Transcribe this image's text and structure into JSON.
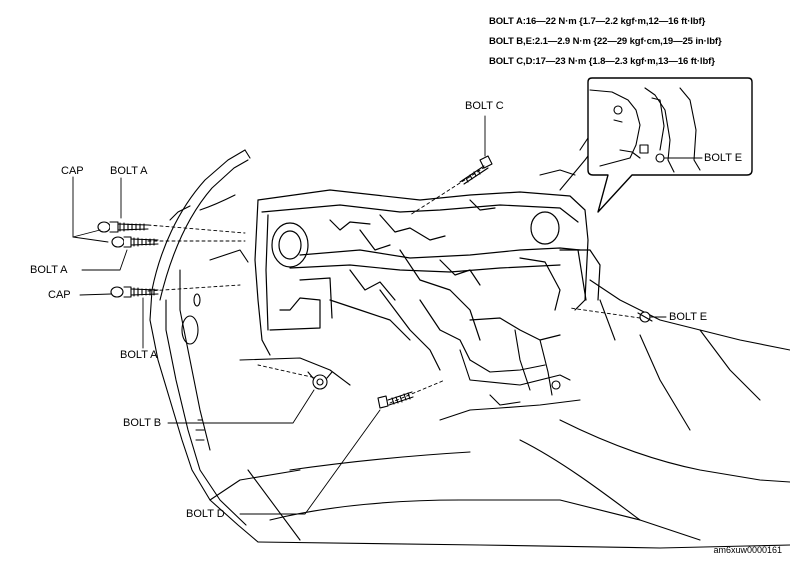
{
  "torque_specs": [
    "BOLT A:16—22 N·m {1.7—2.2 kgf·m,12—16 ft·lbf}",
    "BOLT B,E:2.1—2.9 N·m {22—29 kgf·cm,19—25 in·lbf}",
    "BOLT C,D:17—23 N·m {1.8—2.3 kgf·m,13—16 ft·lbf}"
  ],
  "labels": {
    "cap_top": "CAP",
    "bolt_a_top": "BOLT A",
    "bolt_a_mid": "BOLT A",
    "cap_mid": "CAP",
    "bolt_a_low": "BOLT A",
    "bolt_b": "BOLT B",
    "bolt_c": "BOLT C",
    "bolt_d": "BOLT D",
    "bolt_e_right": "BOLT E",
    "bolt_e_inset": "BOLT E"
  },
  "figure_code": "am6xuw0000161"
}
